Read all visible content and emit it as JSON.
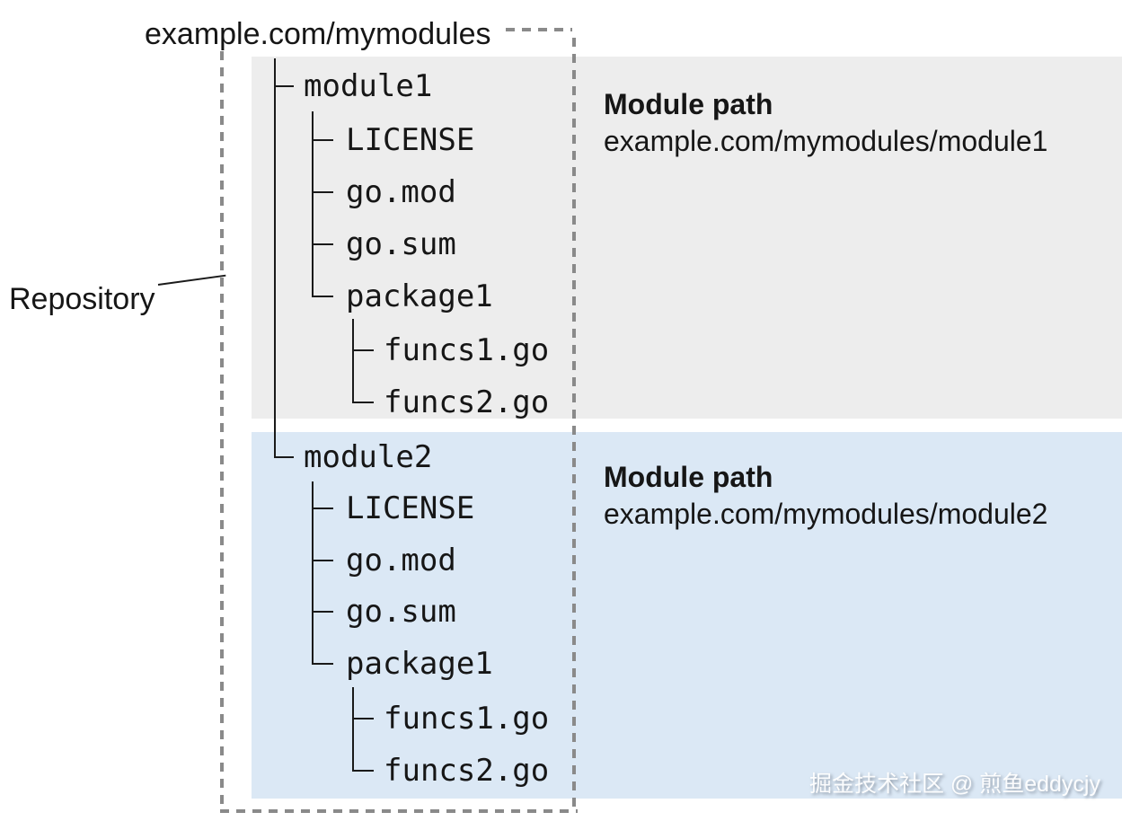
{
  "title": "example.com/mymodules",
  "repository_label": "Repository",
  "watermark": "掘金技术社区 @ 煎鱼eddycjy",
  "colors": {
    "module1_bg": "#ededed",
    "module2_bg": "#dbe8f5",
    "dash_border": "#8a8a8a",
    "tree_line": "#1a1a1a",
    "text": "#161616"
  },
  "modules": [
    {
      "name": "module1",
      "path_heading": "Module path",
      "path": "example.com/mymodules/module1",
      "files": [
        "LICENSE",
        "go.mod",
        "go.sum"
      ],
      "package": {
        "name": "package1",
        "files": [
          "funcs1.go",
          "funcs2.go"
        ]
      }
    },
    {
      "name": "module2",
      "path_heading": "Module path",
      "path": "example.com/mymodules/module2",
      "files": [
        "LICENSE",
        "go.mod",
        "go.sum"
      ],
      "package": {
        "name": "package1",
        "files": [
          "funcs1.go",
          "funcs2.go"
        ]
      }
    }
  ]
}
